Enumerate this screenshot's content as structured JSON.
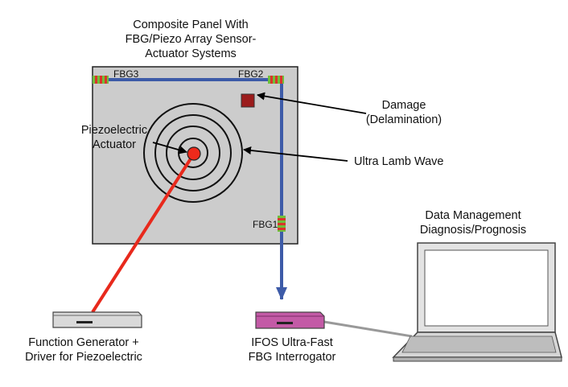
{
  "title": {
    "line1": "Composite Panel With",
    "line2": "FBG/Piezo Array Sensor-",
    "line3": "Actuator Systems"
  },
  "sensors": {
    "fbg1": "FBG1",
    "fbg2": "FBG2",
    "fbg3": "FBG3"
  },
  "labels": {
    "damage_line1": "Damage",
    "damage_line2": "(Delamination)",
    "piezo_line1": "Piezoelectric",
    "piezo_line2": "Actuator",
    "wave": "Ultra Lamb Wave",
    "data_line1": "Data Management",
    "data_line2": "Diagnosis/Prognosis",
    "funcgen_line1": "Function Generator +",
    "funcgen_line2": "Driver for Piezoelectric",
    "ifos_line1": "IFOS Ultra-Fast",
    "ifos_line2": "FBG Interrogator"
  },
  "colors": {
    "panel": "#cccccc",
    "fiber": "#3d5ba8",
    "actuator": "#ee2a1b",
    "damage": "#9b1c1c",
    "interrogator": "#c35aa6"
  }
}
